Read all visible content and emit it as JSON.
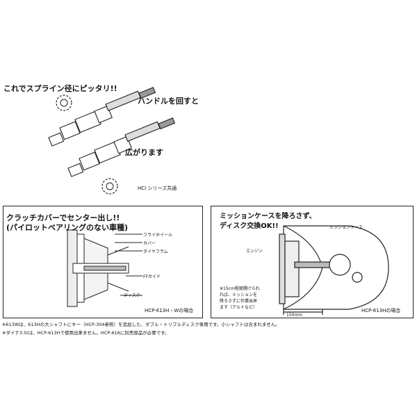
{
  "top": {
    "caption_spline": "これでスプライン径にピッタリ!!",
    "caption_turn": "ハンドルを回すと",
    "caption_expand": "広がります",
    "caption_series": "HCI シリーズ共通"
  },
  "left_panel": {
    "title_line1": "クラッチカバーでセンター出し!!",
    "title_line2": "(パイロットベアリングのない車種)",
    "label_flywheel": "フライホイール",
    "label_cover": "カバー",
    "label_diaphragm": "ダイヤフラム",
    "label_ff_guide": "FFガイド",
    "label_disc": "ディスク",
    "caption": "HCP-613H・Wの場合"
  },
  "right_panel": {
    "title_line1": "ミッションケースを降ろさず、",
    "title_line2": "ディスク交換OK!!",
    "label_mission_case": "ミッションケース",
    "label_engine": "エンジン",
    "note_line1": "※15cm程度開けられ",
    "note_line2": "れば、ミッションを",
    "note_line3": "降ろさずに作業出来",
    "note_line4": "ます（アルトなど）",
    "dimension": "150mm",
    "caption": "HCP-613Hの場合"
  },
  "footnotes": {
    "line1": "※613Wは、613Hの大シャフトにキー（HCP-304参照）を追加した、ダブル・トリプルディスク専用です。小シャフトは含まれません。",
    "line2": "※ダイナ3.5tは、HCP-613Hで使用出来ません。HCP-616に別売部品が必要です。"
  }
}
